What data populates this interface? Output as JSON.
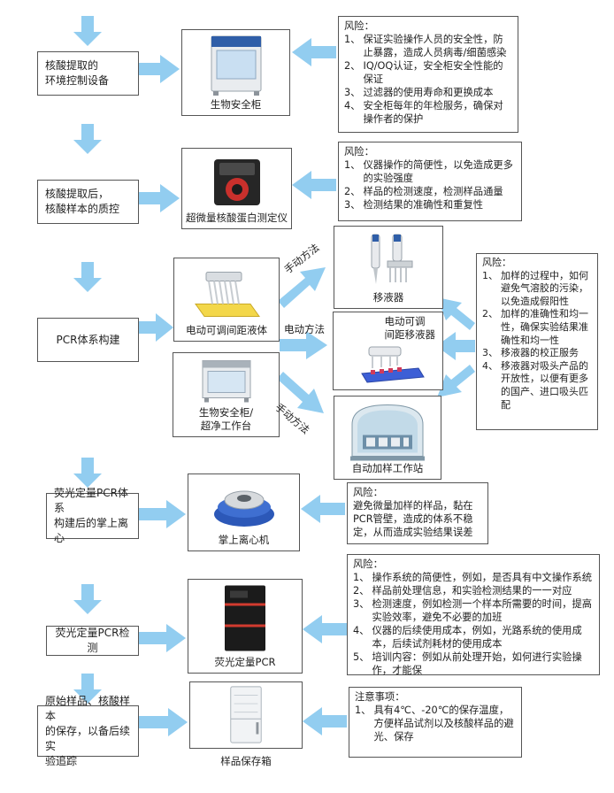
{
  "colors": {
    "arrow": "#92cdf0",
    "border": "#555555",
    "text": "#222222"
  },
  "steps": [
    {
      "id": "s1",
      "text": "核酸提取的\n环境控制设备"
    },
    {
      "id": "s2",
      "text": "核酸提取后，\n核酸样本的质控"
    },
    {
      "id": "s3",
      "text": "PCR体系构建"
    },
    {
      "id": "s4",
      "text": "荧光定量PCR体系\n构建后的掌上离心"
    },
    {
      "id": "s5",
      "text": "荧光定量PCR检测"
    },
    {
      "id": "s6",
      "text": "原始样品、核酸样本\n的保存，以备后续实\n验追踪"
    }
  ],
  "devices": [
    {
      "id": "d1",
      "label": "生物安全柜",
      "icon": "biosafety-cabinet-icon"
    },
    {
      "id": "d2",
      "label": "超微量核酸蛋白测定仪",
      "icon": "spectrophotometer-icon"
    },
    {
      "id": "d3",
      "label": "电动可调间距液体",
      "icon": "electric-pipette-icon"
    },
    {
      "id": "d4",
      "label": "生物安全柜/\n超净工作台",
      "icon": "clean-bench-icon"
    },
    {
      "id": "d5",
      "label": "移液器",
      "icon": "pipette-icon"
    },
    {
      "id": "d6",
      "label": "电动可调\n间距移液器",
      "icon": "adjustable-pipette-icon"
    },
    {
      "id": "d7",
      "label": "自动加样工作站",
      "icon": "liquid-handler-icon"
    },
    {
      "id": "d8",
      "label": "掌上离心机",
      "icon": "mini-centrifuge-icon"
    },
    {
      "id": "d9",
      "label": "荧光定量PCR",
      "icon": "qpcr-instrument-icon"
    },
    {
      "id": "d10",
      "label": "样品保存箱",
      "icon": "sample-fridge-icon"
    }
  ],
  "methods": [
    "手动方法",
    "电动方法",
    "手动方法"
  ],
  "risks": [
    {
      "id": "r1",
      "title": "风险：",
      "items": [
        {
          "n": "1、",
          "t": "保证实验操作人员的安全性，防止暴露，造成人员病毒/细菌感染"
        },
        {
          "n": "2、",
          "t": "IQ/OQ认证，安全柜安全性能的保证"
        },
        {
          "n": "3、",
          "t": "过滤器的使用寿命和更换成本"
        },
        {
          "n": "4、",
          "t": "安全柜每年的年检服务，确保对操作者的保护"
        }
      ]
    },
    {
      "id": "r2",
      "title": "风险：",
      "items": [
        {
          "n": "1、",
          "t": "仪器操作的简便性，以免造成更多的实验强度"
        },
        {
          "n": "2、",
          "t": "样品的检测速度，检测样品通量"
        },
        {
          "n": "3、",
          "t": "检测结果的准确性和重复性"
        }
      ]
    },
    {
      "id": "r3",
      "title": "风险：",
      "items": [
        {
          "n": "1、",
          "t": "加样的过程中，如何避免气溶胶的污染，以免造成假阳性"
        },
        {
          "n": "2、",
          "t": "加样的准确性和均一性，确保实验结果准确性和均一性"
        },
        {
          "n": "3、",
          "t": "移液器的校正服务"
        },
        {
          "n": "4、",
          "t": "移液器对吸头产品的开放性，以便有更多的国产、进口吸头匹配"
        }
      ]
    },
    {
      "id": "r4",
      "title": "风险：",
      "items": [
        {
          "n": "",
          "t": "避免微量加样的样品，黏在PCR管壁，造成的体系不稳定，从而造成实验结果误差"
        }
      ]
    },
    {
      "id": "r5",
      "title": "风险：",
      "items": [
        {
          "n": "1、",
          "t": "操作系统的简便性，例如，是否具有中文操作系统"
        },
        {
          "n": "2、",
          "t": "样品前处理信息，和实验检测结果的一一对应"
        },
        {
          "n": "3、",
          "t": "检测速度，例如检测一个样本所需要的时间，提高实验效率，避免不必要的加班"
        },
        {
          "n": "4、",
          "t": "仪器的后续使用成本，例如，光路系统的使用成本，后续试剂耗材的使用成本"
        },
        {
          "n": "5、",
          "t": "培训内容：例如从前处理开始，如何进行实验操作，才能保"
        }
      ]
    },
    {
      "id": "r6",
      "title": "注意事项：",
      "items": [
        {
          "n": "1、",
          "t": "具有4℃、-20℃的保存温度，方便样品试剂以及核酸样品的避光、保存"
        }
      ]
    }
  ]
}
